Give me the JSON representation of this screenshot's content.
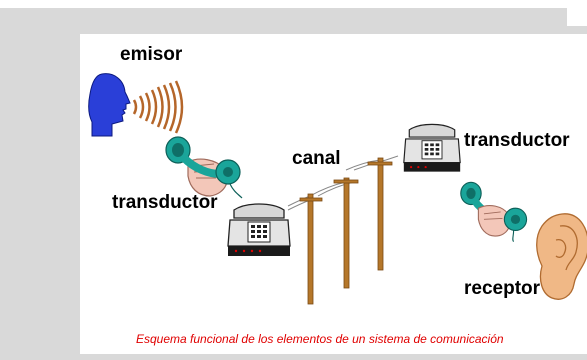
{
  "labels": {
    "emitter": "emisor",
    "transducer_left": "transductor",
    "channel": "canal",
    "transducer_right": "transductor",
    "receiver": "receptor"
  },
  "caption": "Esquema funcional de los elementos de un sistema de comunicación",
  "colors": {
    "head": "#2a3fd8",
    "sound_waves": "#b5662a",
    "handset": "#1aa59a",
    "poles": "#b5772a",
    "ear": "#f0b886",
    "caption": "#e00000"
  },
  "icons": [
    "head-icon",
    "sound-waves-icon",
    "handset-icon",
    "telephone-icon",
    "utility-pole-icon",
    "ear-icon"
  ]
}
